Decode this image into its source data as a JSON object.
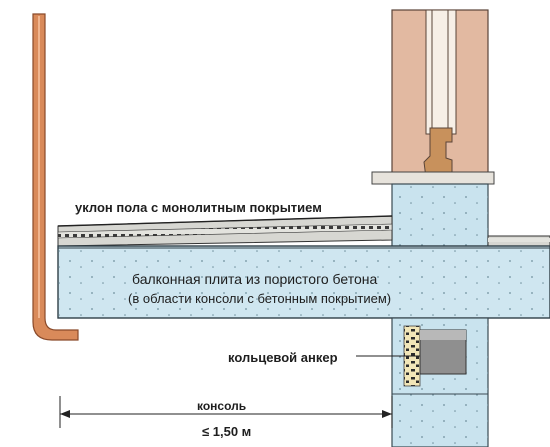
{
  "labels": {
    "floor_slope": "уклон пола с монолитным покрытием",
    "slab_line1": "балконная плита из пористого бетона",
    "slab_line2": "(в области консоли с бетонным покрытием)",
    "ring_anchor": "кольцевой анкер",
    "cantilever": "консоль",
    "cantilever_value": "≤ 1,50 м"
  },
  "colors": {
    "slab_fill": "#cfe6f0",
    "wall_fill": "#c9e3ee",
    "pipe_fill": "#d98a5a",
    "frame_fill": "#e2b9a1",
    "screed_fill": "#d7d7d2",
    "anchor_fill": "#8f8f8f",
    "ink": "#1e1e1e"
  }
}
